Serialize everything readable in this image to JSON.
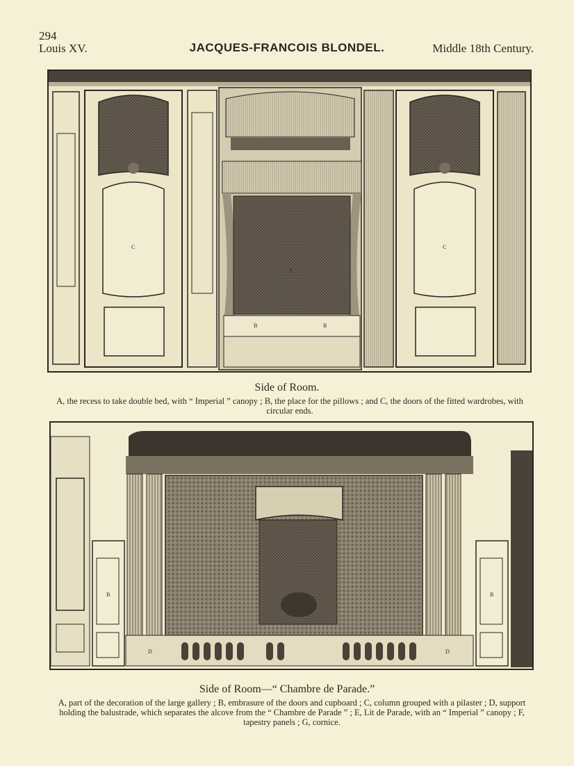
{
  "header": {
    "page_number": "294",
    "left": "Louis XV.",
    "title": "JACQUES-FRANCOIS BLONDEL.",
    "right": "Middle 18th Century."
  },
  "figure1": {
    "title": "Side of Room.",
    "caption": "A, the recess to take double bed, with “ Imperial ” canopy ; B, the place for the pillows ; and C, the doors of the fitted wardrobes, with circular ends.",
    "labels": {
      "a": "A",
      "b": "B",
      "c": "C"
    }
  },
  "figure2": {
    "title": "Side of Room—“ Chambre de Parade.”",
    "caption": "A, part of the decoration of the large gallery ; B, embrasure of the doors and cupboard ; C, column grouped with a pilaster ; D, support holding the balustrade, which separates the alcove from the “ Chambre de Parade ” ; E, Lit de Parade, with an “ Imperial ” canopy ; F, tapestry panels ; G, cornice.",
    "labels": {
      "b": "B",
      "d": "D"
    }
  },
  "colors": {
    "paper": "#f6f1d6",
    "ink": "#2a2620",
    "plate_bg": "#ece5c8"
  }
}
